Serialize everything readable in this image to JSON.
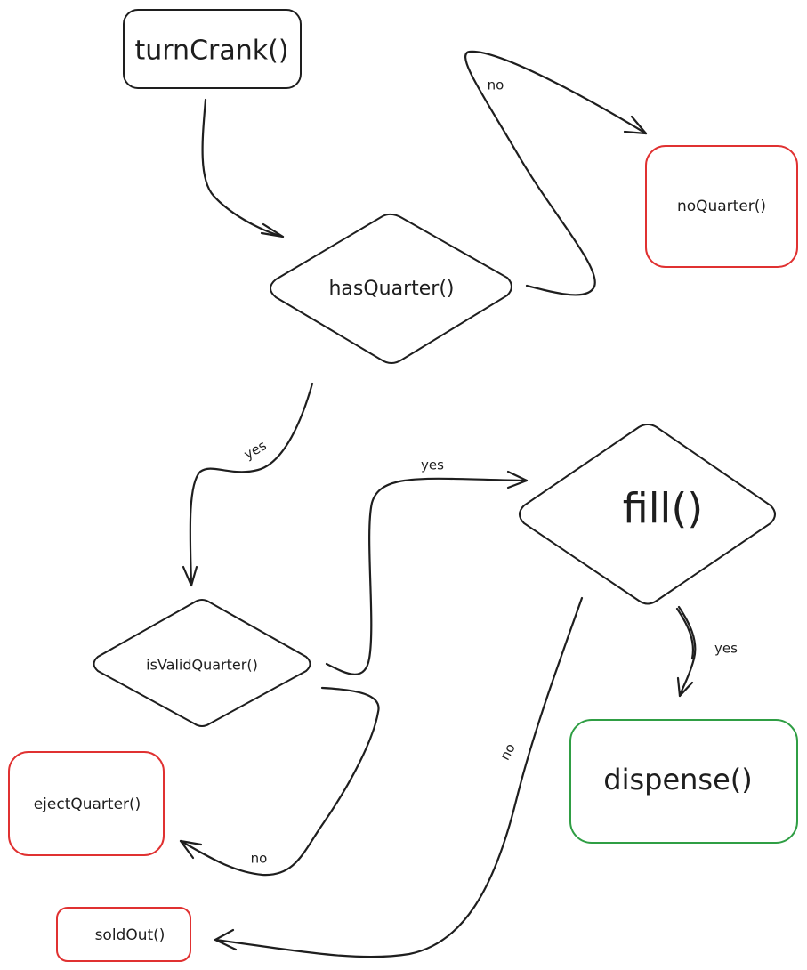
{
  "diagram": {
    "colors": {
      "stroke": "#1e1e1e",
      "error": "#e03131",
      "success": "#2f9e44"
    },
    "nodes": {
      "turnCrank": {
        "label": "turnCrank()",
        "shape": "rectangle"
      },
      "hasQuarter": {
        "label": "hasQuarter()",
        "shape": "diamond"
      },
      "noQuarter": {
        "label": "noQuarter()",
        "shape": "rectangle",
        "status": "error"
      },
      "isValidQuarter": {
        "label": "isValidQuarter()",
        "shape": "diamond"
      },
      "fill": {
        "label": "fill()",
        "shape": "diamond"
      },
      "ejectQuarter": {
        "label": "ejectQuarter()",
        "shape": "rectangle",
        "status": "error"
      },
      "dispense": {
        "label": "dispense()",
        "shape": "rectangle",
        "status": "success"
      },
      "soldOut": {
        "label": "soldOut()",
        "shape": "rectangle",
        "status": "error"
      }
    },
    "edges": [
      {
        "from": "turnCrank",
        "to": "hasQuarter",
        "label": ""
      },
      {
        "from": "hasQuarter",
        "to": "noQuarter",
        "label": "no"
      },
      {
        "from": "hasQuarter",
        "to": "isValidQuarter",
        "label": "yes"
      },
      {
        "from": "isValidQuarter",
        "to": "fill",
        "label": "yes"
      },
      {
        "from": "isValidQuarter",
        "to": "ejectQuarter",
        "label": "no"
      },
      {
        "from": "fill",
        "to": "dispense",
        "label": "yes"
      },
      {
        "from": "fill",
        "to": "soldOut",
        "label": "no"
      }
    ]
  }
}
